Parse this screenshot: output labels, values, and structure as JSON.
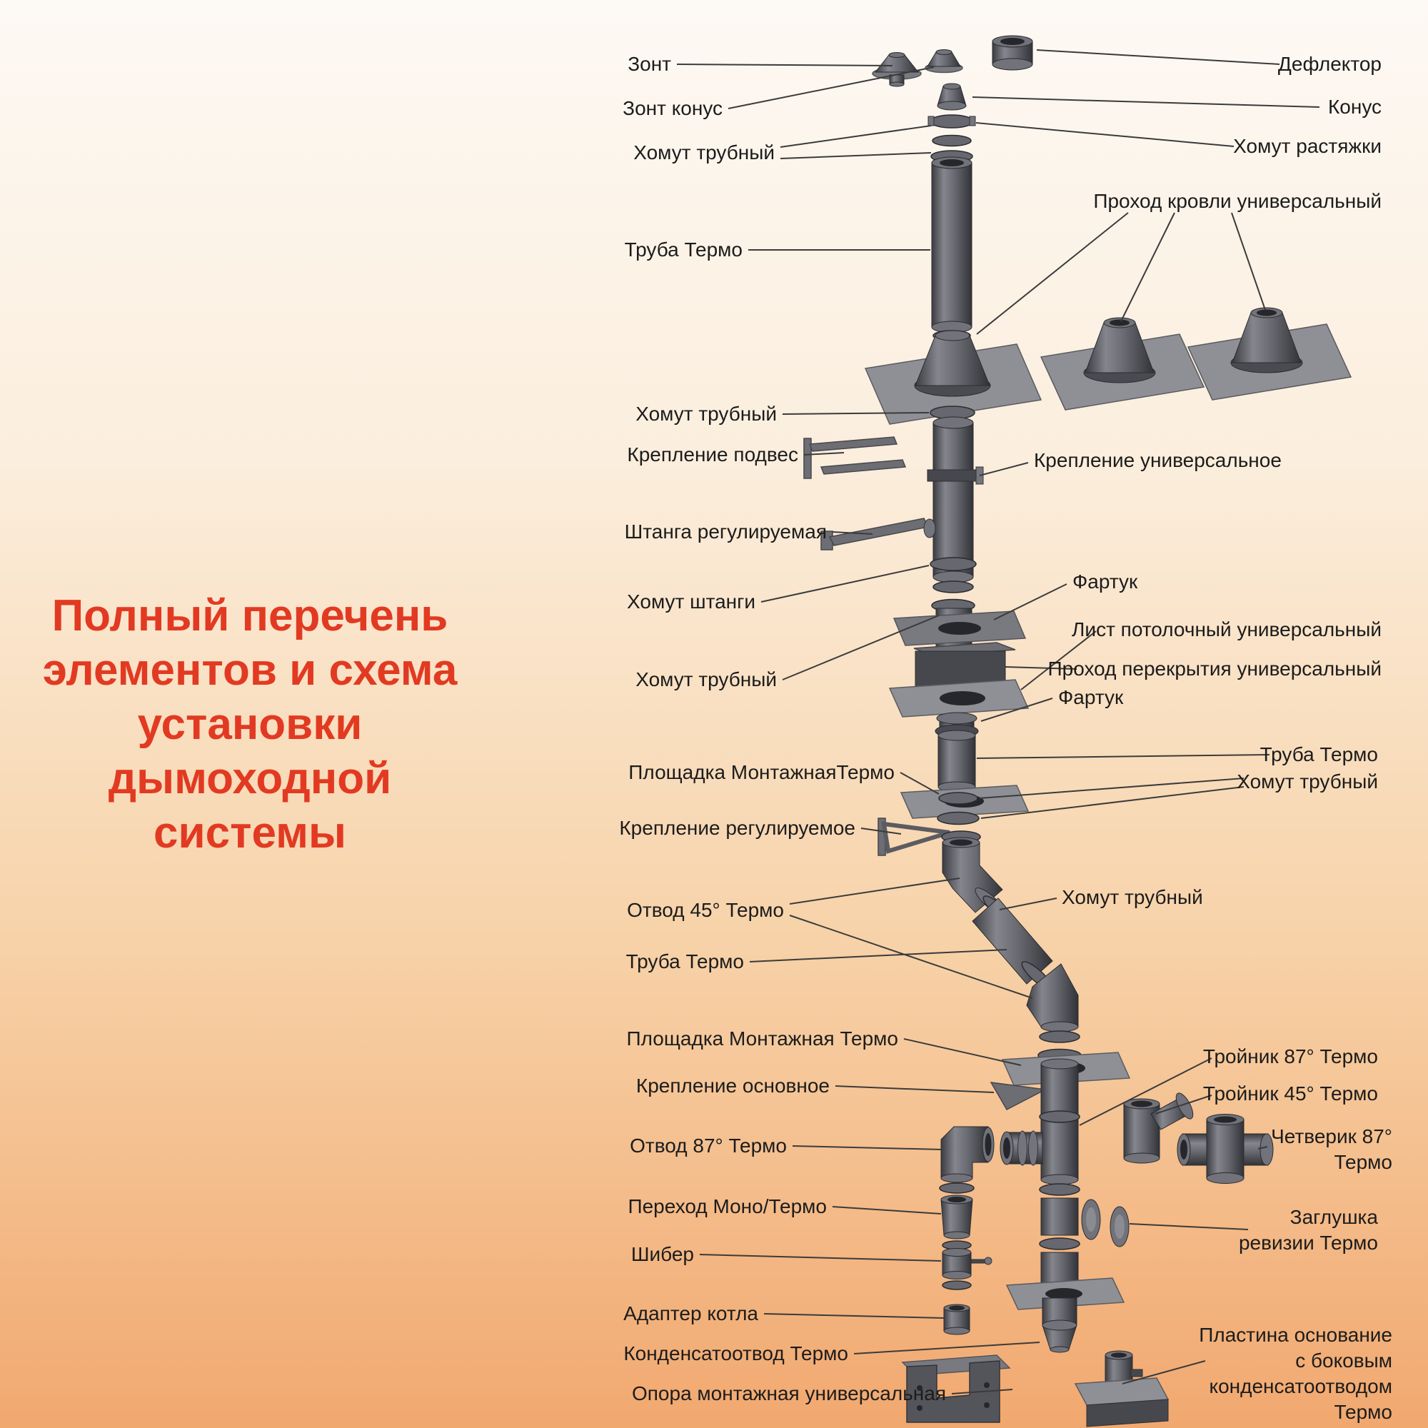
{
  "title": {
    "lines": [
      "Полный перечень",
      "элементов и схема",
      "установки",
      "дымоходной",
      "системы"
    ],
    "color": "#e23a22"
  },
  "colors": {
    "background_top": "#fdf9f4",
    "background_bottom": "#f1a86f",
    "title": "#e23a22",
    "label_text": "#1c1c1c",
    "steel": "#55565b",
    "leader_line": "#3b3b3b"
  },
  "labels_left": [
    {
      "text": "Зонт"
    },
    {
      "text": "Зонт конус"
    },
    {
      "text": "Хомут трубный"
    },
    {
      "text": "Труба Термо"
    },
    {
      "text": "Хомут трубный"
    },
    {
      "text": "Крепление подвес"
    },
    {
      "text": "Штанга регулируемая"
    },
    {
      "text": "Хомут штанги"
    },
    {
      "text": "Хомут трубный"
    },
    {
      "text": "Площадка МонтажнаяТермо"
    },
    {
      "text": "Крепление регулируемое"
    },
    {
      "text": "Отвод 45° Термо"
    },
    {
      "text": "Труба Термо"
    },
    {
      "text": "Площадка Монтажная Термо"
    },
    {
      "text": "Крепление основное"
    },
    {
      "text": "Отвод 87° Термо"
    },
    {
      "text": "Переход Моно/Термо"
    },
    {
      "text": "Шибер"
    },
    {
      "text": "Адаптер котла"
    },
    {
      "text": "Конденсатоотвод Термо"
    },
    {
      "text": "Опора монтажная универсальная"
    }
  ],
  "labels_right": [
    {
      "text": "Дефлектор"
    },
    {
      "text": "Конус"
    },
    {
      "text": "Хомут растяжки"
    },
    {
      "text": "Проход кровли универсальный"
    },
    {
      "text": "Крепление универсальное"
    },
    {
      "text": "Фартук"
    },
    {
      "text": "Лист потолочный универсальный"
    },
    {
      "text": "Проход перекрытия универсальный"
    },
    {
      "text": "Фартук"
    },
    {
      "text": "Труба Термо"
    },
    {
      "text": "Хомут трубный"
    },
    {
      "text": "Хомут трубный"
    },
    {
      "text": "Тройник 87° Термо"
    },
    {
      "text": "Тройник 45° Термо"
    },
    {
      "text": "Четверик 87°\nТермо"
    },
    {
      "text": "Заглушка\nревизии Термо"
    },
    {
      "text": "Пластина основание\nс боковым\nконденсатоотводом\nТермо"
    }
  ]
}
